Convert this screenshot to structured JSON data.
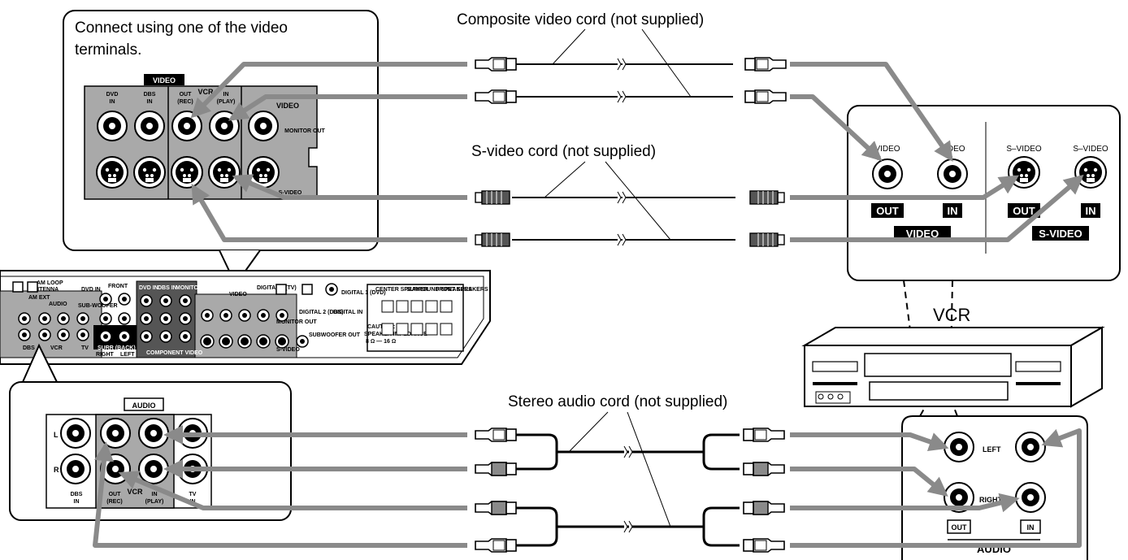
{
  "captions": {
    "connect_note_line1": "Connect using one of the video",
    "connect_note_line2": "terminals.",
    "composite_cord": "Composite video cord (not supplied)",
    "svideo_cord": "S-video cord (not supplied)",
    "stereo_cord": "Stereo audio cord (not supplied)",
    "vcr_title": "VCR"
  },
  "receiver_video_panel": {
    "video_header": "VIDEO",
    "dvd_in": [
      "DVD",
      "IN"
    ],
    "dbs_in": [
      "DBS",
      "IN"
    ],
    "vcr": "VCR",
    "vcr_out": [
      "OUT",
      "(REC)"
    ],
    "vcr_in": [
      "IN",
      "(PLAY)"
    ],
    "video": "VIDEO",
    "monitor_out": "MONITOR OUT",
    "s_video": "S-VIDEO"
  },
  "receiver_audio_panel": {
    "audio_header": "AUDIO",
    "l": "L",
    "r": "R",
    "dbs_in": [
      "DBS",
      "IN"
    ],
    "vcr_out": [
      "OUT",
      "(REC)"
    ],
    "vcr": "VCR",
    "vcr_in": [
      "IN",
      "(PLAY)"
    ],
    "tv_in": [
      "TV",
      "IN"
    ]
  },
  "vcr_video_panel": {
    "video_out_jack": "VIDEO",
    "video_in_jack": "VIDEO",
    "svideo_out_jack": "S–VIDEO",
    "svideo_in_jack": "S–VIDEO",
    "out": "OUT",
    "in": "IN",
    "out2": "OUT",
    "in2": "IN",
    "video_footer": "VIDEO",
    "svideo_footer": "S-VIDEO"
  },
  "vcr_audio_panel": {
    "left": "LEFT",
    "right": "RIGHT",
    "out": "OUT",
    "in": "IN",
    "audio": "AUDIO"
  },
  "rear_panel": {
    "am_loop": "AM LOOP",
    "antenna": "ANTENNA",
    "am_ext": "AM EXT",
    "audio": "AUDIO",
    "dvd_in": "DVD IN",
    "front": "FRONT",
    "sub_woofer": "SUB-WOOFER",
    "surr_back": "SURR (BACK)",
    "right": "RIGHT",
    "left": "LEFT",
    "dvd_in2": "DVD IN",
    "dbs_in": "DBS IN",
    "monitor_out": "MONITOR OUT",
    "component_video": "COMPONENT VIDEO",
    "video": "VIDEO",
    "digital3": "DIGITAL 3 (TV)",
    "digital1": "DIGITAL 1 (DVD)",
    "digital2": "DIGITAL 2 (DBS)",
    "digital_in": "DIGITAL IN",
    "monitor_out2": "MONITOR OUT",
    "s_video": "S-VIDEO",
    "subwoofer_out": "SUBWOOFER OUT",
    "center_speaker": "CENTER SPEAKER",
    "surround_speakers": "SURROUND SPEAKERS",
    "front_speakers": "FRONT SPEAKERS",
    "caution": "CAUTION:",
    "speaker_impedance": "SPEAKER IMPEDANCE",
    "ohms": "8 Ω — 16 Ω",
    "dbs": "DBS",
    "vcr": "VCR",
    "tv": "TV"
  },
  "colors": {
    "panel_gray": "#a9a9a9",
    "arrow_gray": "#8a8a8a",
    "plug_dark": "#555555"
  }
}
